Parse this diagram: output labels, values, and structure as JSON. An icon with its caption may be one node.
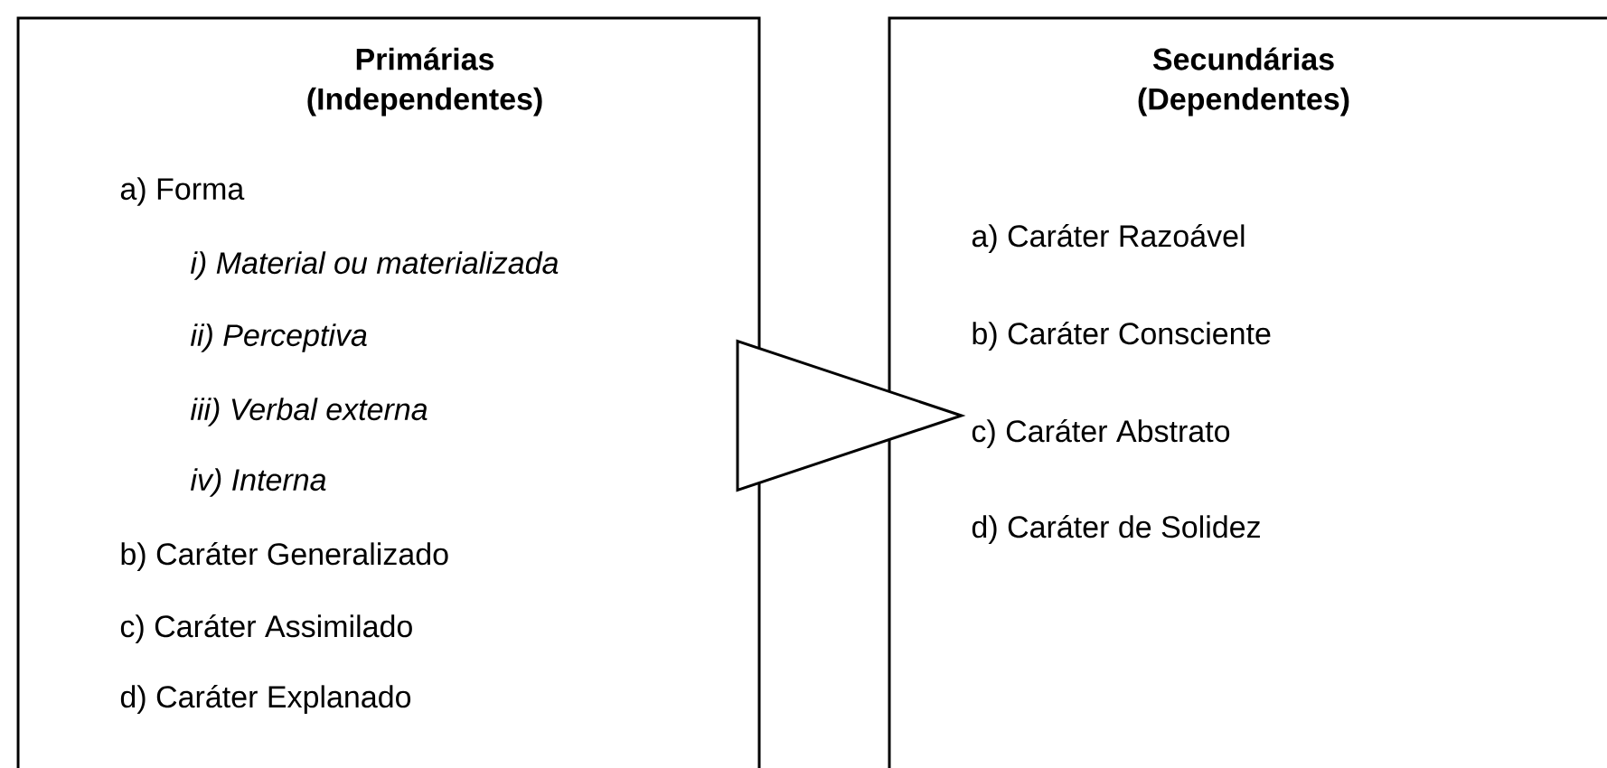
{
  "diagram": {
    "nodes": [
      {
        "text": [
          "Primárias (Independentes)",
          "a) Forma",
          "i) Material ou materializada",
          "ii) Perceptiva",
          "iii) Verbal externa",
          "iv) Interna",
          "b) Caráter Generalizado",
          "c) Caráter Assimilado",
          "d) Caráter Explanado"
        ]
      },
      {
        "text": [
          "Secundárias (Dependentes)",
          "a) Caráter Razoável",
          "b) Caráter Consciente",
          "c) Caráter Abstrato",
          "d) Caráter de Solidez"
        ]
      }
    ],
    "edges": [
      {
        "from": 0,
        "to": 1,
        "arrow": "to"
      }
    ]
  }
}
